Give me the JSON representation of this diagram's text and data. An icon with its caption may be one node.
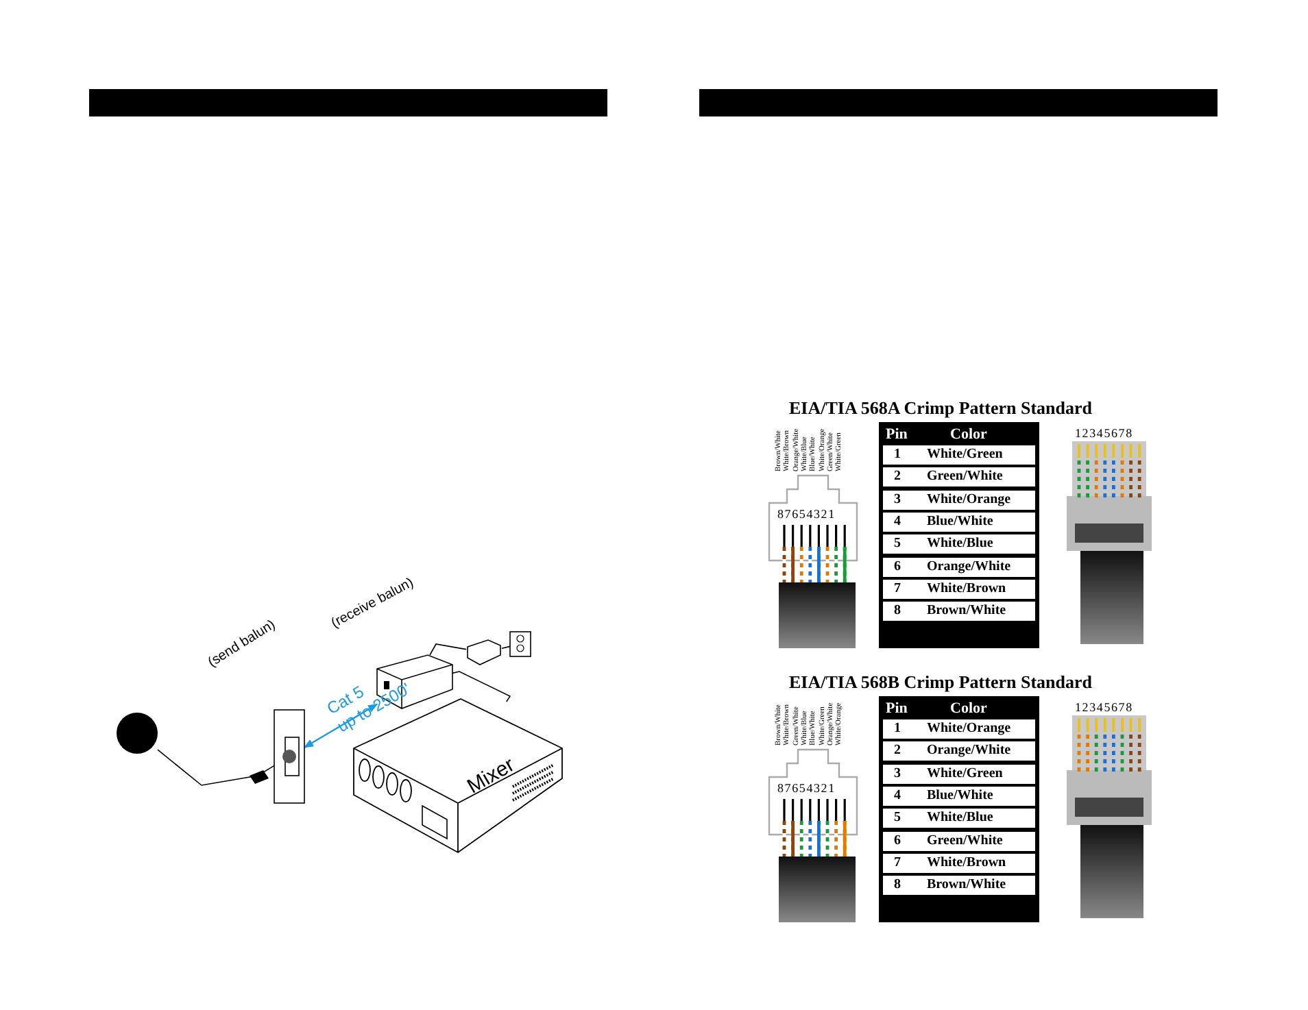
{
  "diagram": {
    "nodes": [
      {
        "text": [],
        "shape": "circle"
      },
      {
        "text": [
          "(send balun)"
        ]
      },
      {
        "text": [
          "(receive balun)"
        ]
      },
      {
        "text": [],
        "shape": "box"
      },
      {
        "text": [],
        "shape": "box"
      },
      {
        "text": [
          "Mixer"
        ]
      }
    ],
    "edges": [
      {
        "from": 0,
        "to": 1,
        "arrow": "none"
      },
      {
        "from": 1,
        "to": 2,
        "arrow": "both",
        "label": "Cat 5 up to 2500'",
        "color": "#1e9be0"
      },
      {
        "from": 2,
        "to": 3,
        "arrow": "none"
      },
      {
        "from": 3,
        "to": 4,
        "arrow": "none"
      },
      {
        "from": 2,
        "to": 5,
        "arrow": "none"
      }
    ],
    "labels": [
      "EIA/TIA 568A Crimp Pattern Standard",
      "Brown/White",
      "White/Brown",
      "Orange/White",
      "White/Blue",
      "Blue/White",
      "White/Orange",
      "Green/White",
      "White/Green",
      "87654321",
      "Pin",
      "Color",
      "1",
      "White/Green",
      "2",
      "Green/White",
      "3",
      "White/Orange",
      "4",
      "Blue/White",
      "5",
      "White/Blue",
      "6",
      "Orange/White",
      "7",
      "White/Brown",
      "8",
      "Brown/White",
      "12345678",
      "EIA/TIA 568B Crimp Pattern Standard",
      "Brown/White",
      "White/Brown",
      "Green/White",
      "White/Blue",
      "Blue/White",
      "White/Green",
      "Orange/White",
      "White/Orange",
      "87654321",
      "Pin",
      "Color",
      "1",
      "White/Orange",
      "2",
      "Orange/White",
      "3",
      "White/Green",
      "4",
      "Blue/White",
      "5",
      "White/Blue",
      "6",
      "Green/White",
      "7",
      "White/Brown",
      "8",
      "Brown/White",
      "12345678"
    ]
  }
}
